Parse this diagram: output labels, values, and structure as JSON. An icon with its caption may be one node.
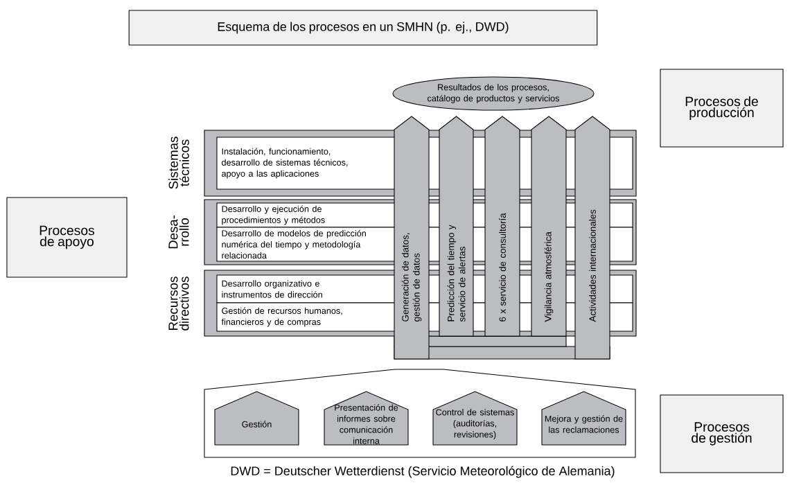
{
  "diagram": {
    "caption": "DWD = Deutscher Wetterdienst (Servicio Meteorológico de Alemania)",
    "nodes": [
      {
        "text": [
          "Esquema de los procesos en un SMHN (p. ej., DWD)"
        ]
      },
      {
        "text": [
          "Resultados de los procesos, catálogo de productos y servicios"
        ]
      },
      {
        "text": [
          "Procesos de producción"
        ]
      },
      {
        "text": [
          "Procesos de apoyo"
        ]
      },
      {
        "text": [
          "Sistemas técnicos"
        ]
      },
      {
        "text": [
          "Instalación, funcionamiento, desarrollo de sistemas técnicos, apoyo a las aplicaciones"
        ],
        "in": 4
      },
      {
        "text": [
          "Desa- rrollo"
        ]
      },
      {
        "text": [
          "Desarrollo y ejecución de procedimientos y métodos"
        ],
        "in": 6
      },
      {
        "text": [
          "Desarrollo de modelos de predicción numérica del tiempo y metodología relacionada"
        ],
        "in": 6
      },
      {
        "text": [
          "Recursos directivos"
        ]
      },
      {
        "text": [
          "Desarrollo organizativo e instrumentos de dirección"
        ],
        "in": 9
      },
      {
        "text": [
          "Gestión de recursos humanos, financieros y de compras"
        ],
        "in": 9
      },
      {
        "text": [
          "Generación de datos, gestión de datos"
        ]
      },
      {
        "text": [
          "Predicción del tiempo y servicio de alertas"
        ]
      },
      {
        "text": [
          "6 x servicio de consultoría"
        ]
      },
      {
        "text": [
          "Vigilancia atmosférica"
        ]
      },
      {
        "text": [
          "Actividades internacionales"
        ]
      },
      {
        "text": [],
        "shape": "box"
      },
      {
        "text": [
          "Gestión"
        ],
        "in": 17
      },
      {
        "text": [
          "Presentación de informes sobre comunicación interna"
        ],
        "in": 17
      },
      {
        "text": [
          "Control de sistemas (auditorías, revisiones)"
        ],
        "in": 17
      },
      {
        "text": [
          "Mejora y gestión de las reclamaciones"
        ],
        "in": 17
      },
      {
        "text": [
          "Procesos de gestión"
        ]
      }
    ]
  }
}
